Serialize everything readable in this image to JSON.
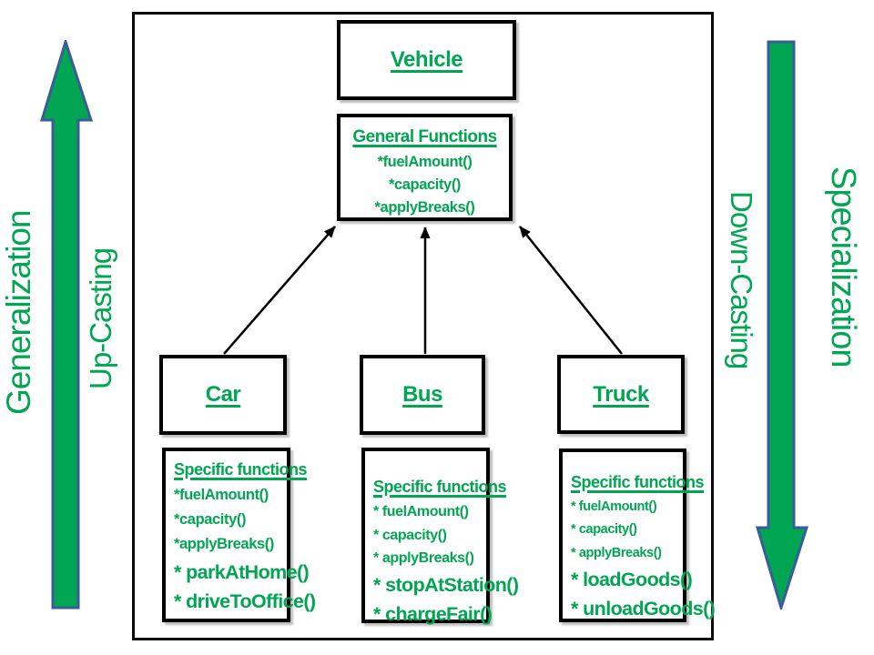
{
  "diagram": {
    "colors": {
      "green": "#00A651",
      "arrow_fill": "#00A651",
      "arrow_outline": "#3A5C98",
      "box_border": "#000000"
    },
    "left_rail": {
      "direction": "up",
      "outer_label": "Generalization",
      "inner_label": "Up-Casting"
    },
    "right_rail": {
      "direction": "down",
      "inner_label": "Down-Casting",
      "outer_label": "Specialization"
    },
    "root_class": {
      "title": "Vehicle"
    },
    "general_functions": {
      "title": "General Functions",
      "items": [
        "*fuelAmount()",
        "*capacity()",
        "*applyBreaks()"
      ]
    },
    "subclasses": [
      {
        "title": "Car",
        "functions_title": "Specific functions",
        "inherited": [
          "*fuelAmount()",
          "*capacity()",
          "*applyBreaks()"
        ],
        "specific": [
          "* parkAtHome()",
          "* driveToOffice()"
        ]
      },
      {
        "title": "Bus",
        "functions_title": "Specific functions",
        "inherited": [
          "* fuelAmount()",
          "* capacity()",
          "* applyBreaks()"
        ],
        "specific": [
          "* stopAtStation()",
          "* chargeFair()"
        ]
      },
      {
        "title": "Truck",
        "functions_title": "Specific functions",
        "inherited": [
          "* fuelAmount()",
          "* capacity()",
          "* applyBreaks()"
        ],
        "specific": [
          "* loadGoods()",
          "* unloadGoods()"
        ]
      }
    ]
  }
}
